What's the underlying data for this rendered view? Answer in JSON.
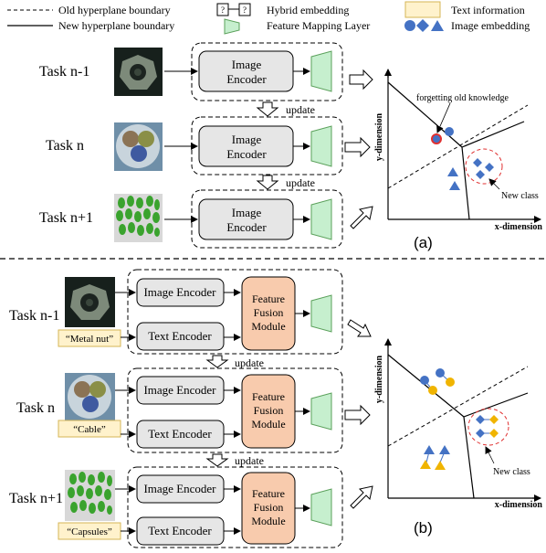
{
  "legend": {
    "old_boundary": "Old hyperplane boundary",
    "new_boundary": "New hyperplane boundary",
    "hybrid_embedding": "Hybrid embedding",
    "hybrid_glyph": "?",
    "feature_mapping": "Feature Mapping Layer",
    "text_information": "Text information",
    "image_embedding": "Image embedding"
  },
  "colors": {
    "blue": "#4472c4",
    "yellow": "#f0b400",
    "encoder_fill": "#e6e6e6",
    "fusion_fill": "#f8cbad",
    "mapping_fill": "#c6efce",
    "mapping_stroke": "#5aa05a",
    "text_info_fill": "#fff2cc",
    "text_info_stroke": "#d6b656",
    "highlight_red": "#e03030"
  },
  "panel_a": {
    "label": "(a)",
    "tasks": [
      "Task n-1",
      "Task n",
      "Task n+1"
    ],
    "encoder": "Image\nEncoder",
    "update": "update",
    "plot": {
      "x_axis": "x-dimension",
      "y_axis": "y-dimension",
      "annotation": "forgetting old knowledge",
      "new_class": "New class"
    }
  },
  "panel_b": {
    "label": "(b)",
    "tasks": [
      "Task n-1",
      "Task n",
      "Task n+1"
    ],
    "captions": [
      "“Metal nut”",
      "“Cable”",
      "“Capsules”"
    ],
    "image_encoder": "Image Encoder",
    "text_encoder": "Text Encoder",
    "fusion": "Feature\nFusion\nModule",
    "update": "update",
    "plot": {
      "x_axis": "x-dimension",
      "y_axis": "y-dimension",
      "new_class": "New class"
    }
  }
}
